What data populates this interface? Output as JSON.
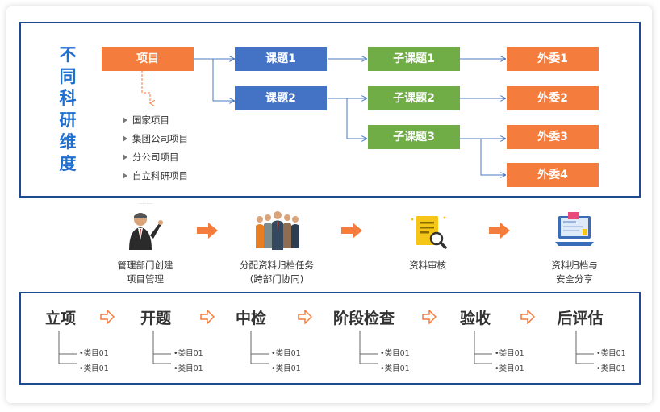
{
  "title_chars": [
    "不",
    "同",
    "科",
    "研",
    "维",
    "度"
  ],
  "project_box": "项目",
  "project_types": [
    "国家项目",
    "集团公司项目",
    "分公司项目",
    "自立科研项目"
  ],
  "topics": [
    "课题1",
    "课题2"
  ],
  "subtopics": [
    "子课题1",
    "子课题2",
    "子课题3"
  ],
  "external": [
    "外委1",
    "外委2",
    "外委3",
    "外委4"
  ],
  "process_steps": [
    {
      "line1": "管理部门创建",
      "line2": "项目管理",
      "icon": "manager-icon"
    },
    {
      "line1": "分配资料归档任务",
      "line2": "(跨部门协同)",
      "icon": "team-icon"
    },
    {
      "line1": "资料审核",
      "line2": "",
      "icon": "document-review-icon"
    },
    {
      "line1": "资料归档与",
      "line2": "安全分享",
      "icon": "computer-archive-icon"
    }
  ],
  "stages": [
    "立项",
    "开题",
    "中检",
    "阶段检查",
    "验收",
    "后评估"
  ],
  "stage_items": [
    "•类目01",
    "•类目01"
  ],
  "colors": {
    "frame": "#1e4a91",
    "orange": "#f47c3c",
    "blue": "#4472c4",
    "green": "#70ad47",
    "title": "#1f6fd1"
  }
}
